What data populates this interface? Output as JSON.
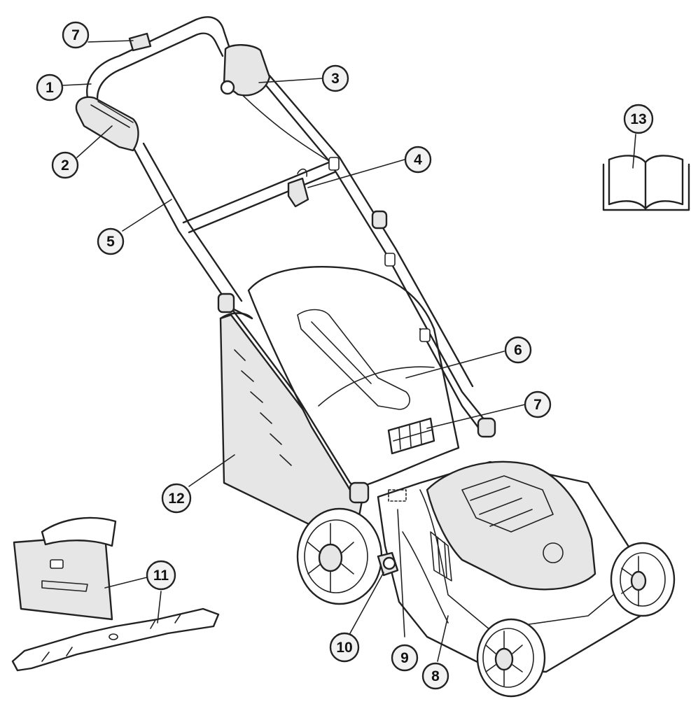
{
  "callouts": [
    {
      "id": "c1",
      "label": "1"
    },
    {
      "id": "c2",
      "label": "2"
    },
    {
      "id": "c3",
      "label": "3"
    },
    {
      "id": "c4",
      "label": "4"
    },
    {
      "id": "c5",
      "label": "5"
    },
    {
      "id": "c6",
      "label": "6"
    },
    {
      "id": "c7a",
      "label": "7"
    },
    {
      "id": "c7b",
      "label": "7"
    },
    {
      "id": "c8",
      "label": "8"
    },
    {
      "id": "c9",
      "label": "9"
    },
    {
      "id": "c10",
      "label": "10"
    },
    {
      "id": "c11",
      "label": "11"
    },
    {
      "id": "c12",
      "label": "12"
    },
    {
      "id": "c13",
      "label": "13"
    }
  ],
  "colors": {
    "ink": "#222222",
    "callout_fill": "#f2f2f2",
    "shade": "#e6e6e6",
    "background": "#ffffff"
  }
}
